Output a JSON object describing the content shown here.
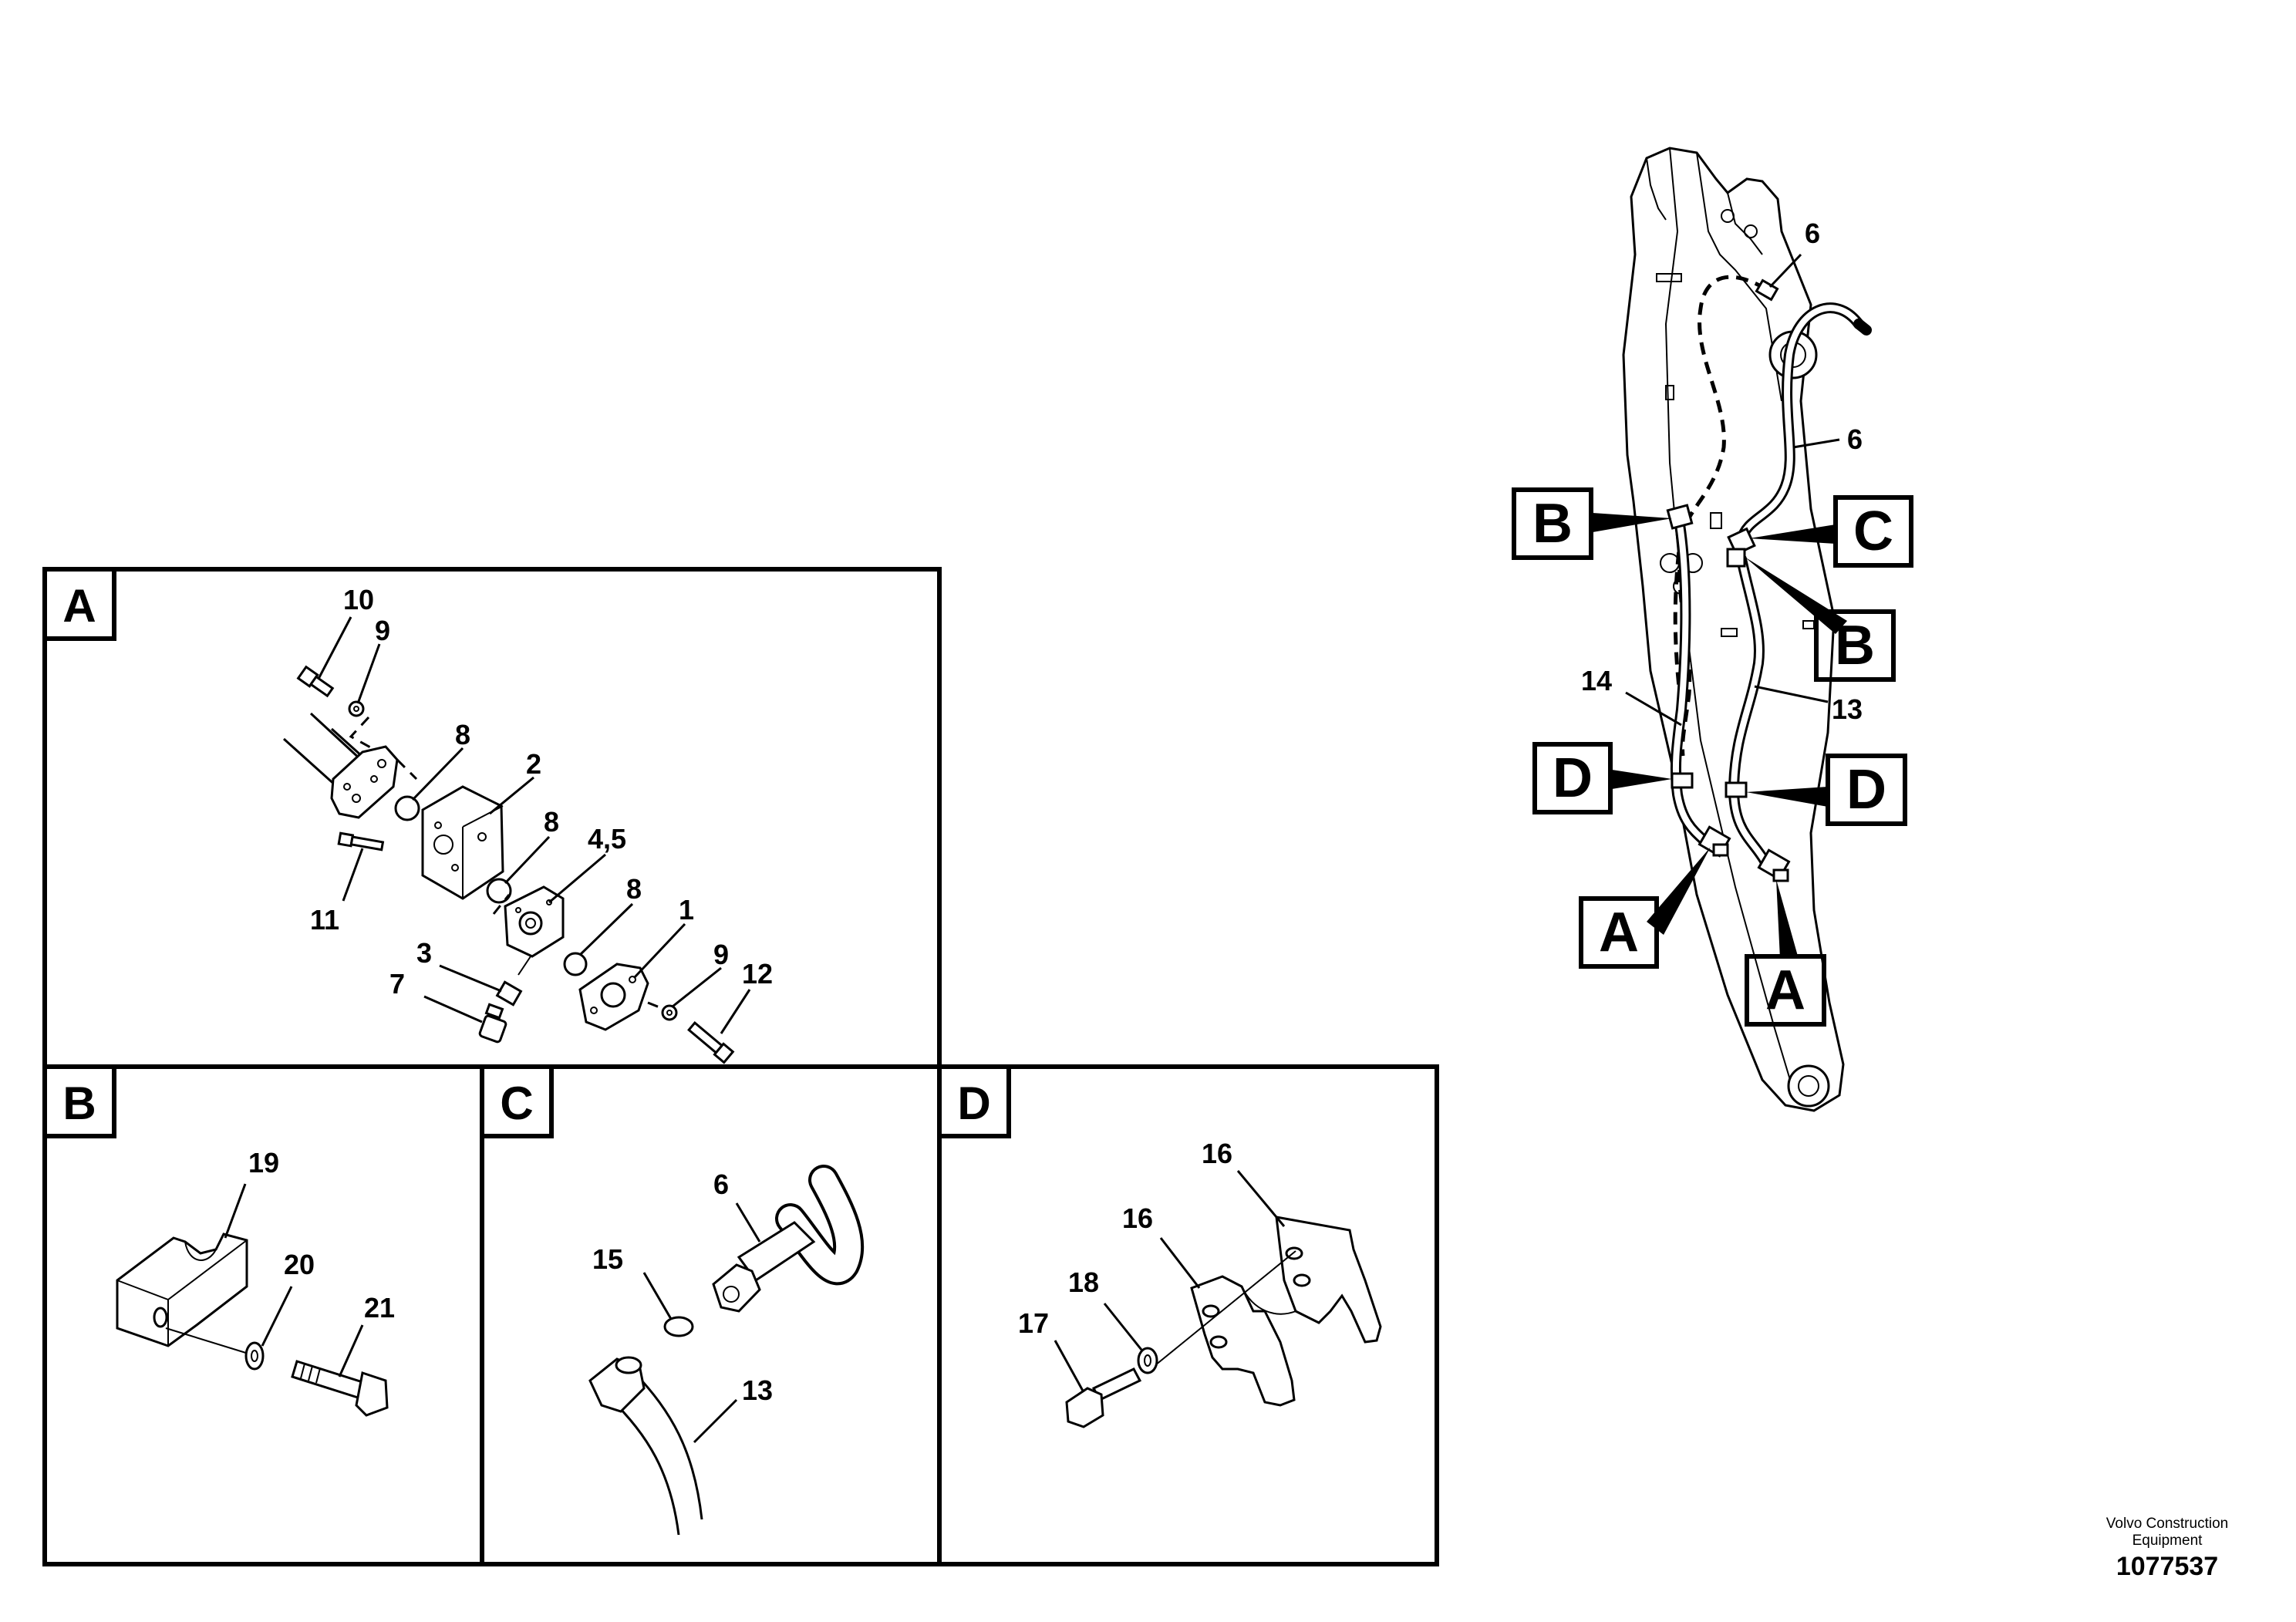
{
  "views": {
    "A": {
      "label": "A"
    },
    "B": {
      "label": "B"
    },
    "C": {
      "label": "C"
    },
    "D": {
      "label": "D"
    }
  },
  "callouts": {
    "overview": {
      "pipe_6_top": "6",
      "pipe_6_side": "6",
      "pipe_14": "14",
      "pipe_13": "13"
    },
    "overview_views": {
      "b_left": "B",
      "c_right": "C",
      "b_right": "B",
      "d_left": "D",
      "d_right": "D",
      "a_left": "A",
      "a_right": "A"
    },
    "view_a": {
      "p10": "10",
      "p9_top": "9",
      "p8_a": "8",
      "p2": "2",
      "p8_b": "8",
      "p4_5": "4,5",
      "p8_c": "8",
      "p1": "1",
      "p9_bottom": "9",
      "p12": "12",
      "p11": "11",
      "p3": "3",
      "p7": "7"
    },
    "view_b": {
      "p19": "19",
      "p20": "20",
      "p21": "21"
    },
    "view_c": {
      "p6": "6",
      "p15": "15",
      "p13": "13"
    },
    "view_d": {
      "p16_top": "16",
      "p16_mid": "16",
      "p18": "18",
      "p17": "17"
    }
  },
  "footer": {
    "company_line1": "Volvo Construction",
    "company_line2": "Equipment",
    "drawing_number": "1077537"
  }
}
